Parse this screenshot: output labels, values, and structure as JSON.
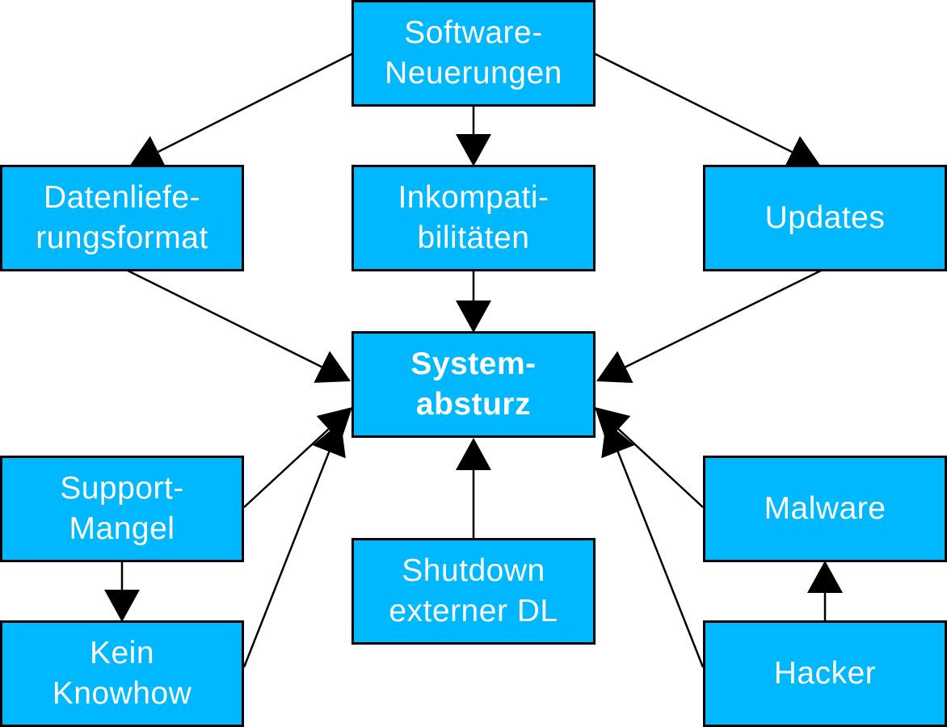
{
  "diagram": {
    "colors": {
      "node_fill": "#00b8ff",
      "node_border": "#000000",
      "node_text": "#ffffff",
      "edge": "#000000"
    },
    "nodes": {
      "software": {
        "line1": "Software-",
        "line2": "Neuerungen"
      },
      "datenlieferung": {
        "line1": "Datenliefe-",
        "line2": "rungsformat"
      },
      "inkompatibilitaeten": {
        "line1": "Inkompati-",
        "line2": "bilitäten"
      },
      "updates": {
        "line1": "Updates"
      },
      "systemabsturz": {
        "line1": "System-",
        "line2": "absturz"
      },
      "support": {
        "line1": "Support-",
        "line2": "Mangel"
      },
      "shutdown": {
        "line1": "Shutdown",
        "line2": "externer DL"
      },
      "malware": {
        "line1": "Malware"
      },
      "knowhow": {
        "line1": "Kein",
        "line2": "Knowhow"
      },
      "hacker": {
        "line1": "Hacker"
      }
    },
    "edges": [
      {
        "from": "software",
        "to": "datenlieferung"
      },
      {
        "from": "software",
        "to": "inkompatibilitaeten"
      },
      {
        "from": "software",
        "to": "updates"
      },
      {
        "from": "datenlieferung",
        "to": "systemabsturz"
      },
      {
        "from": "inkompatibilitaeten",
        "to": "systemabsturz"
      },
      {
        "from": "updates",
        "to": "systemabsturz"
      },
      {
        "from": "support",
        "to": "systemabsturz"
      },
      {
        "from": "knowhow",
        "to": "systemabsturz"
      },
      {
        "from": "support",
        "to": "knowhow"
      },
      {
        "from": "shutdown",
        "to": "systemabsturz"
      },
      {
        "from": "malware",
        "to": "systemabsturz"
      },
      {
        "from": "hacker",
        "to": "systemabsturz"
      },
      {
        "from": "hacker",
        "to": "malware"
      }
    ]
  }
}
